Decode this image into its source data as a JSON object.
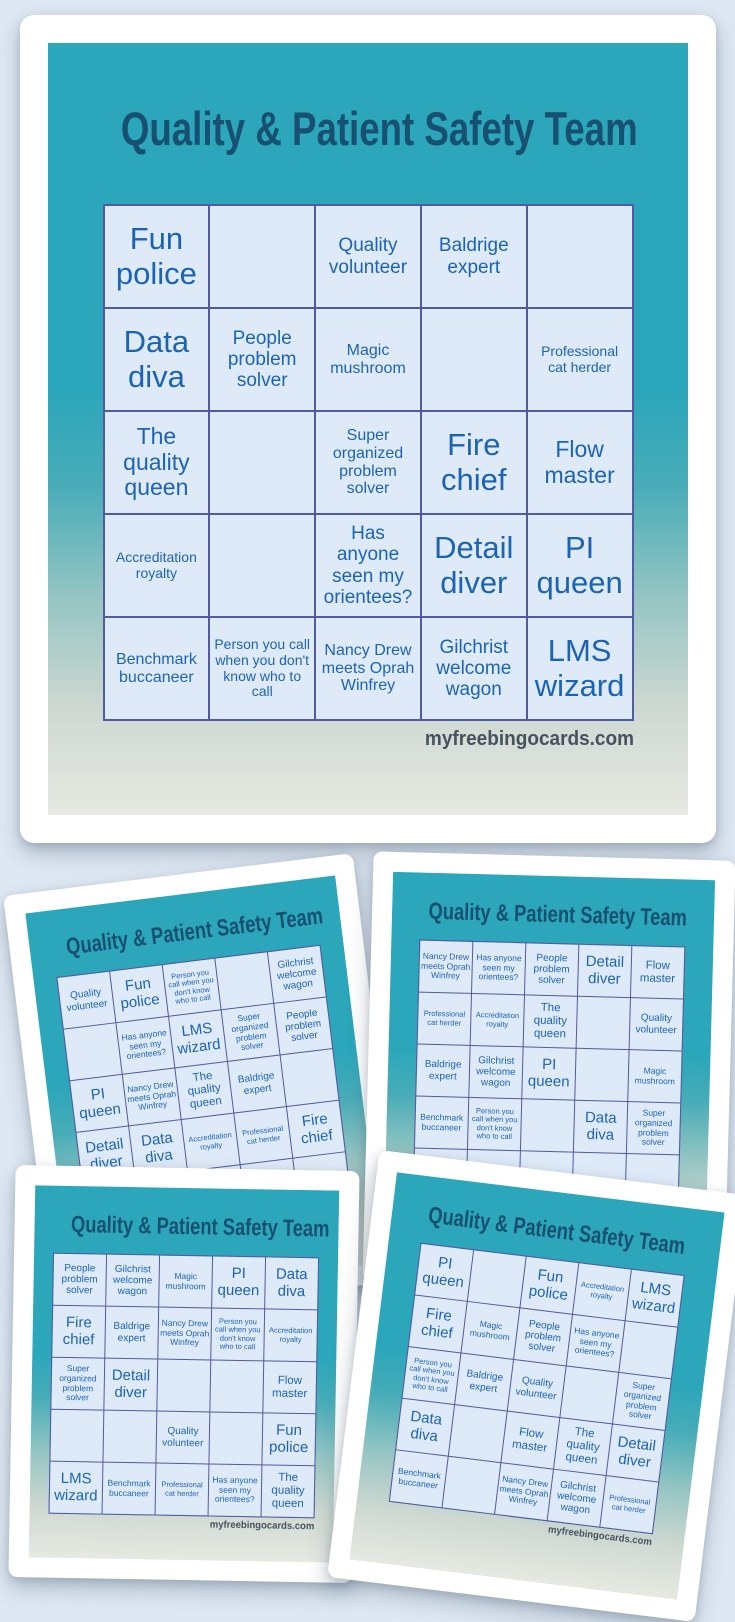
{
  "brand": {
    "watermark": "myfreebingocards.com"
  },
  "colors": {
    "page_background": "#dee8f3",
    "card_teal": "#2ba6ba",
    "card_gradient_bottom": "#e7e9e2",
    "title_text": "#175070",
    "grid_line": "#4f5ba2",
    "cell_background": "#dfeaf8",
    "cell_text": "#1b64b4",
    "watermark_text": "#46525e",
    "paper": "#ffffff"
  },
  "cards": [
    {
      "name": "main-card",
      "title": "Quality & Patient Safety Team",
      "watermark": "myfreebingocards.com",
      "cells": [
        {
          "t": "Fun police",
          "s": "xl"
        },
        {
          "t": "",
          "s": "md"
        },
        {
          "t": "Quality volunteer",
          "s": "md"
        },
        {
          "t": "Baldrige expert",
          "s": "md"
        },
        {
          "t": "",
          "s": "md"
        },
        {
          "t": "Data diva",
          "s": "xl"
        },
        {
          "t": "People problem solver",
          "s": "md"
        },
        {
          "t": "Magic mushroom",
          "s": "sm2"
        },
        {
          "t": "",
          "s": "md"
        },
        {
          "t": "Professional cat herder",
          "s": "sm"
        },
        {
          "t": "The quality queen",
          "s": "lg"
        },
        {
          "t": "",
          "s": "md"
        },
        {
          "t": "Super organized problem solver",
          "s": "sm2"
        },
        {
          "t": "Fire chief",
          "s": "xl"
        },
        {
          "t": "Flow master",
          "s": "lg"
        },
        {
          "t": "Accreditation royalty",
          "s": "sm"
        },
        {
          "t": "",
          "s": "md"
        },
        {
          "t": "Has anyone seen my orientees?",
          "s": "md"
        },
        {
          "t": "Detail diver",
          "s": "xl"
        },
        {
          "t": "PI queen",
          "s": "xl"
        },
        {
          "t": "Benchmark buccaneer",
          "s": "sm2"
        },
        {
          "t": "Person you call when you don't know who to call",
          "s": "sm"
        },
        {
          "t": "Nancy Drew meets Oprah Winfrey",
          "s": "sm2"
        },
        {
          "t": "Gilchrist welcome wagon",
          "s": "md"
        },
        {
          "t": "LMS wizard",
          "s": "xl"
        }
      ]
    },
    {
      "name": "preview-card-1",
      "title": "Quality & Patient Safety Team",
      "watermark": "",
      "cells": [
        {
          "t": "Quality volunteer",
          "s": "md"
        },
        {
          "t": "Fun police",
          "s": "xl"
        },
        {
          "t": "Person you call when you don't know who to call",
          "s": "sm"
        },
        {
          "t": "",
          "s": "md"
        },
        {
          "t": "Gilchrist welcome wagon",
          "s": "md"
        },
        {
          "t": "",
          "s": "md"
        },
        {
          "t": "Has anyone seen my orientees?",
          "s": "sm2"
        },
        {
          "t": "LMS wizard",
          "s": "xl"
        },
        {
          "t": "Super organized problem solver",
          "s": "sm2"
        },
        {
          "t": "People problem solver",
          "s": "md"
        },
        {
          "t": "PI queen",
          "s": "xl"
        },
        {
          "t": "Nancy Drew meets Oprah Winfrey",
          "s": "sm2"
        },
        {
          "t": "The quality queen",
          "s": "lg"
        },
        {
          "t": "Baldrige expert",
          "s": "md"
        },
        {
          "t": "",
          "s": "md"
        },
        {
          "t": "Detail diver",
          "s": "xl"
        },
        {
          "t": "Data diva",
          "s": "xl"
        },
        {
          "t": "Accreditation royalty",
          "s": "sm"
        },
        {
          "t": "Professional cat herder",
          "s": "sm"
        },
        {
          "t": "Fire chief",
          "s": "xl"
        },
        {
          "t": "",
          "s": "md"
        },
        {
          "t": "",
          "s": "md"
        },
        {
          "t": "",
          "s": "md"
        },
        {
          "t": "",
          "s": "md"
        },
        {
          "t": "",
          "s": "md"
        }
      ]
    },
    {
      "name": "preview-card-2",
      "title": "Quality & Patient Safety Team",
      "watermark": "",
      "cells": [
        {
          "t": "Nancy Drew meets Oprah Winfrey",
          "s": "sm2"
        },
        {
          "t": "Has anyone seen my orientees?",
          "s": "sm2"
        },
        {
          "t": "People problem solver",
          "s": "md"
        },
        {
          "t": "Detail diver",
          "s": "xl"
        },
        {
          "t": "Flow master",
          "s": "lg"
        },
        {
          "t": "Professional cat herder",
          "s": "sm"
        },
        {
          "t": "Accreditation royalty",
          "s": "sm"
        },
        {
          "t": "The quality queen",
          "s": "lg"
        },
        {
          "t": "",
          "s": "md"
        },
        {
          "t": "Quality volunteer",
          "s": "md"
        },
        {
          "t": "Baldrige expert",
          "s": "md"
        },
        {
          "t": "Gilchrist welcome wagon",
          "s": "md"
        },
        {
          "t": "PI queen",
          "s": "xl"
        },
        {
          "t": "",
          "s": "md"
        },
        {
          "t": "Magic mushroom",
          "s": "sm2"
        },
        {
          "t": "Benchmark buccaneer",
          "s": "sm2"
        },
        {
          "t": "Person you call when you don't know who to call",
          "s": "sm"
        },
        {
          "t": "",
          "s": "md"
        },
        {
          "t": "Data diva",
          "s": "xl"
        },
        {
          "t": "Super organized problem solver",
          "s": "sm2"
        },
        {
          "t": "",
          "s": "md"
        },
        {
          "t": "",
          "s": "md"
        },
        {
          "t": "",
          "s": "md"
        },
        {
          "t": "",
          "s": "md"
        },
        {
          "t": "",
          "s": "md"
        }
      ]
    },
    {
      "name": "preview-card-3",
      "title": "Quality & Patient Safety Team",
      "watermark": "myfreebingocards.com",
      "cells": [
        {
          "t": "People problem solver",
          "s": "md"
        },
        {
          "t": "Gilchrist welcome wagon",
          "s": "md"
        },
        {
          "t": "Magic mushroom",
          "s": "sm2"
        },
        {
          "t": "PI queen",
          "s": "xl"
        },
        {
          "t": "Data diva",
          "s": "xl"
        },
        {
          "t": "Fire chief",
          "s": "xl"
        },
        {
          "t": "Baldrige expert",
          "s": "md"
        },
        {
          "t": "Nancy Drew meets Oprah Winfrey",
          "s": "sm2"
        },
        {
          "t": "Person you call when you don't know who to call",
          "s": "sm"
        },
        {
          "t": "Accreditation royalty",
          "s": "sm"
        },
        {
          "t": "Super organized problem solver",
          "s": "sm2"
        },
        {
          "t": "Detail diver",
          "s": "xl"
        },
        {
          "t": "",
          "s": "md"
        },
        {
          "t": "",
          "s": "md"
        },
        {
          "t": "Flow master",
          "s": "lg"
        },
        {
          "t": "",
          "s": "md"
        },
        {
          "t": "",
          "s": "md"
        },
        {
          "t": "Quality volunteer",
          "s": "md"
        },
        {
          "t": "",
          "s": "md"
        },
        {
          "t": "Fun police",
          "s": "xl"
        },
        {
          "t": "LMS wizard",
          "s": "xl"
        },
        {
          "t": "Benchmark buccaneer",
          "s": "sm2"
        },
        {
          "t": "Professional cat herder",
          "s": "sm"
        },
        {
          "t": "Has anyone seen my orientees?",
          "s": "sm2"
        },
        {
          "t": "The quality queen",
          "s": "lg"
        }
      ]
    },
    {
      "name": "preview-card-4",
      "title": "Quality & Patient Safety Team",
      "watermark": "myfreebingocards.com",
      "cells": [
        {
          "t": "PI queen",
          "s": "xl"
        },
        {
          "t": "",
          "s": "md"
        },
        {
          "t": "Fun police",
          "s": "xl"
        },
        {
          "t": "Accreditation royalty",
          "s": "sm"
        },
        {
          "t": "LMS wizard",
          "s": "xl"
        },
        {
          "t": "Fire chief",
          "s": "xl"
        },
        {
          "t": "Magic mushroom",
          "s": "sm2"
        },
        {
          "t": "People problem solver",
          "s": "md"
        },
        {
          "t": "Has anyone seen my orientees?",
          "s": "sm2"
        },
        {
          "t": "",
          "s": "md"
        },
        {
          "t": "Person you call when you don't know who to call",
          "s": "sm"
        },
        {
          "t": "Baldrige expert",
          "s": "md"
        },
        {
          "t": "Quality volunteer",
          "s": "md"
        },
        {
          "t": "",
          "s": "md"
        },
        {
          "t": "Super organized problem solver",
          "s": "sm2"
        },
        {
          "t": "Data diva",
          "s": "xl"
        },
        {
          "t": "",
          "s": "md"
        },
        {
          "t": "Flow master",
          "s": "lg"
        },
        {
          "t": "The quality queen",
          "s": "lg"
        },
        {
          "t": "Detail diver",
          "s": "xl"
        },
        {
          "t": "Benchmark buccaneer",
          "s": "sm2"
        },
        {
          "t": "",
          "s": "md"
        },
        {
          "t": "Nancy Drew meets Oprah Winfrey",
          "s": "sm2"
        },
        {
          "t": "Gilchrist welcome wagon",
          "s": "md"
        },
        {
          "t": "Professional cat herder",
          "s": "sm"
        }
      ]
    }
  ]
}
